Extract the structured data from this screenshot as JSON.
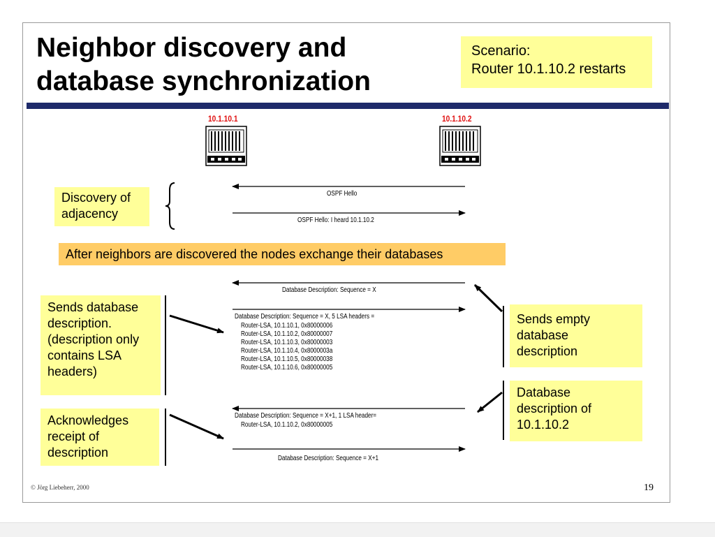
{
  "title": "Neighbor discovery and\ndatabase synchronization",
  "scenario": "Scenario:\nRouter 10.1.10.2 restarts",
  "routers": {
    "left": "10.1.10.1",
    "right": "10.1.10.2"
  },
  "discovery": {
    "note": "Discovery of\nadjacency",
    "hello1": "OSPF Hello",
    "hello2": "OSPF Hello: I heard 10.1.10.2"
  },
  "banner": "After neighbors are discovered the nodes exchange their databases",
  "sync": {
    "dd1": "Database Description: Sequence = X",
    "dd2": "Database Description: Sequence = X,  5 LSA headers =",
    "dd2_lines": [
      "Router-LSA, 10.1.10.1, 0x80000006",
      "Router-LSA,        10.1.10.2, 0x80000007",
      "Router-LSA,        10.1.10.3, 0x80000003",
      "Router-LSA,        10.1.10.4, 0x8000003a",
      "Router-LSA,        10.1.10.5, 0x80000038",
      "Router-LSA,        10.1.10.6, 0x80000005"
    ],
    "dd3": "Database Description: Sequence = X+1, 1  LSA header=",
    "dd3_line": "Router-LSA,        10.1.10.2, 0x80000005",
    "dd4": "Database Description: Sequence = X+1"
  },
  "notes": {
    "sends_desc": "Sends database\ndescription.\n(description only\ncontains LSA\nheaders)",
    "empty_desc": "Sends empty\ndatabase\ndescription",
    "desc_of": "Database\ndescription of\n10.1.10.2",
    "ack": "Acknowledges\nreceipt of\ndescription"
  },
  "footer": "© Jörg Liebeherr, 2000",
  "page_number": "19",
  "colors": {
    "title_band": "#1e2a6a",
    "note_yellow": "#ffff99",
    "banner_orange": "#ffcc66",
    "router_label": "#e01010"
  },
  "icons": {
    "router": "router-icon"
  }
}
